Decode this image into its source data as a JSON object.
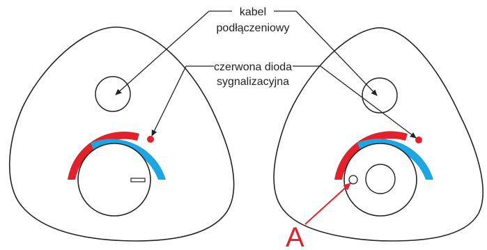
{
  "labels": {
    "cable_line1": "kabel",
    "cable_line2": "podłączeniowy",
    "diode_line1": "czerwona dioda",
    "diode_line2": "sygnalizacyjna",
    "marker": "A"
  },
  "colors": {
    "outline": "#222222",
    "hot_arc": "#e3212a",
    "cold_arc": "#1ea6e3",
    "diode": "#e3212a",
    "marker": "#e3212a",
    "background": "#ffffff"
  }
}
